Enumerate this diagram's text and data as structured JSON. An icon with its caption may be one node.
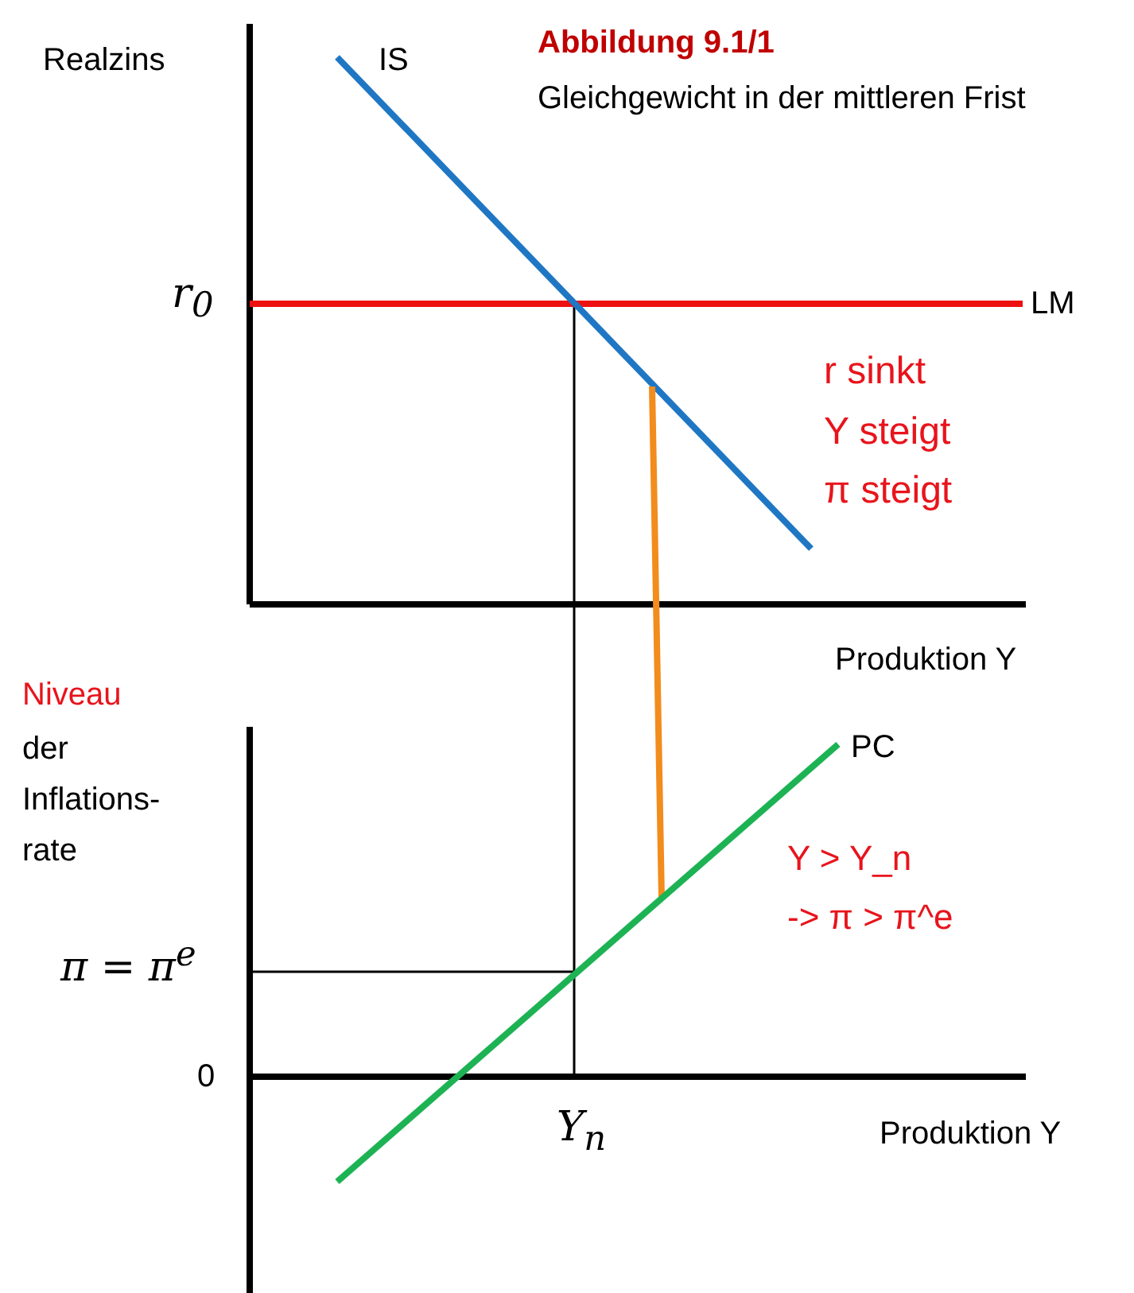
{
  "diagram": {
    "title": "Abbildung 9.1/1",
    "labels": [
      "Realzins",
      "IS",
      "Gleichgewicht in der mittleren Frist",
      "r$_{0}$",
      "LM",
      "r sinkt",
      "Y steigt",
      "π steigt",
      "Produktion Y",
      "Niveau",
      "der Inflations-rate",
      "PC",
      "Y > Y_n",
      "-> π > π^e",
      "π = π$^{e}$",
      "0",
      "Y$_{n}$",
      "Produktion Y"
    ]
  }
}
